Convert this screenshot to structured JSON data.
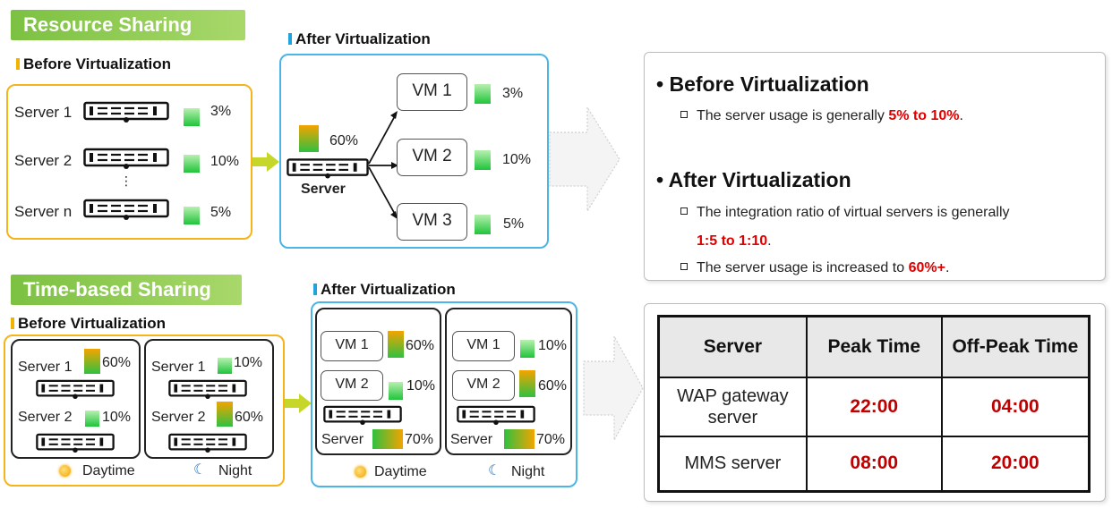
{
  "resource_sharing": {
    "header": "Resource Sharing",
    "before_label": "Before Virtualization",
    "after_label": "After Virtualization",
    "before_servers": [
      {
        "name": "Server 1",
        "usage": "3%"
      },
      {
        "name": "Server 2",
        "usage": "10%"
      },
      {
        "name": "Server n",
        "usage": "5%"
      }
    ],
    "ellipsis": "⋮",
    "host_usage": "60%",
    "host_label": "Server",
    "vms": [
      {
        "name": "VM 1",
        "usage": "3%"
      },
      {
        "name": "VM 2",
        "usage": "10%"
      },
      {
        "name": "VM 3",
        "usage": "5%"
      }
    ]
  },
  "time_sharing": {
    "header": "Time-based Sharing",
    "before_label": "Before Virtualization",
    "after_label": "After Virtualization",
    "before_day": [
      {
        "name": "Server 1",
        "usage": "60%"
      },
      {
        "name": "Server 2",
        "usage": "10%"
      }
    ],
    "before_night": [
      {
        "name": "Server 1",
        "usage": "10%"
      },
      {
        "name": "Server 2",
        "usage": "60%"
      }
    ],
    "after_day": {
      "vms": [
        {
          "name": "VM 1",
          "usage": "60%"
        },
        {
          "name": "VM 2",
          "usage": "10%"
        }
      ],
      "server": {
        "name": "Server",
        "usage": "70%"
      }
    },
    "after_night": {
      "vms": [
        {
          "name": "VM 1",
          "usage": "10%"
        },
        {
          "name": "VM 2",
          "usage": "60%"
        }
      ],
      "server": {
        "name": "Server",
        "usage": "70%"
      }
    },
    "daytime_label": "Daytime",
    "night_label": "Night"
  },
  "summary": {
    "before_title": "Before Virtualization",
    "before_line_prefix": "The server usage is generally ",
    "before_line_value": "5% to 10%",
    "before_line_suffix": ".",
    "after_title": "After Virtualization",
    "after_line1_prefix": "The integration ratio of virtual servers is generally",
    "after_line1_value": "1:5 to 1:10",
    "after_line1_suffix": ".",
    "after_line2_prefix": "The server usage is increased to ",
    "after_line2_value": "60%+",
    "after_line2_suffix": "."
  },
  "table": {
    "headers": [
      "Server",
      "Peak Time",
      "Off-Peak Time"
    ],
    "rows": [
      {
        "server": "WAP gateway server",
        "peak": "22:00",
        "offpeak": "04:00"
      },
      {
        "server": "MMS server",
        "peak": "08:00",
        "offpeak": "20:00"
      }
    ]
  },
  "colors": {
    "header_green": "#7cc142",
    "frame_orange": "#f4b41a",
    "frame_blue": "#4ab5e6",
    "highlight_red": "#e00000",
    "usage_green": "#3ccf4e",
    "usage_orange": "#f2a900"
  }
}
